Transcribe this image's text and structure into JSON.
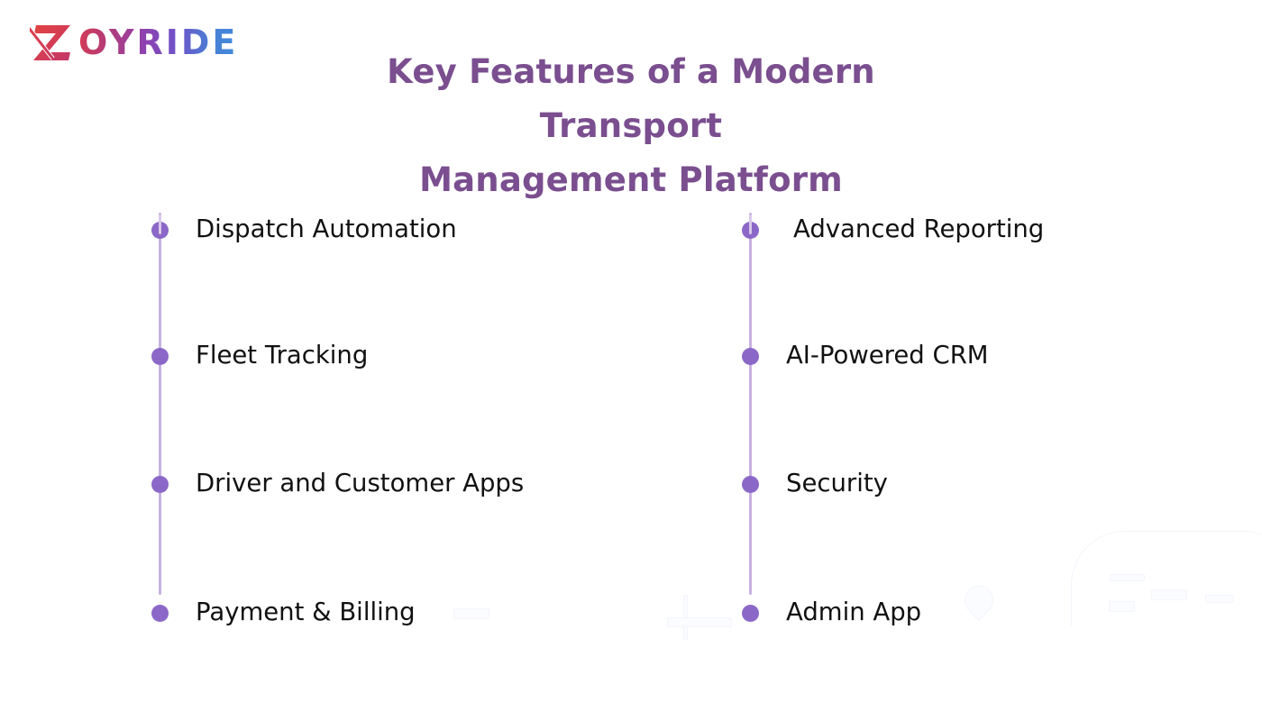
{
  "brand": {
    "logo_mark": "z-logo-mark",
    "wordmark": "OYRIDE",
    "full_name": "ZOYRIDE",
    "gradient_start": "#d33c56",
    "gradient_end": "#3f8bdc"
  },
  "header": {
    "title_line_1": "Key Features of a Modern Transport",
    "title_line_2": "Management Platform",
    "title_color": "#7a4e8f"
  },
  "theme": {
    "background": "#ffffff",
    "bullet_color": "#8b68c8",
    "rail_color": "#c7b1e0",
    "text_color": "#111111"
  },
  "columns": [
    {
      "id": "left-column",
      "features": [
        {
          "label": "Dispatch Automation"
        },
        {
          "label": "Fleet Tracking"
        },
        {
          "label": "Driver and Customer Apps"
        },
        {
          "label": "Payment & Billing"
        }
      ]
    },
    {
      "id": "right-column",
      "features": [
        {
          "label": "Advanced Reporting"
        },
        {
          "label": "AI-Powered CRM"
        },
        {
          "label": "Security"
        },
        {
          "label": "Admin App"
        }
      ]
    }
  ]
}
